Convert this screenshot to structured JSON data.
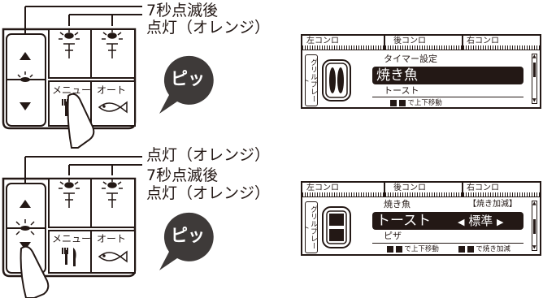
{
  "step1": {
    "caption_line1": "7秒点滅後",
    "caption_line2": "点灯（オレンジ）",
    "beep": "ピッ",
    "buttons": {
      "menu": "メニュー",
      "auto": "オート"
    },
    "display": {
      "burners": [
        "左コンロ",
        "後コンロ",
        "右コンロ"
      ],
      "side_tab": "グリルプレート",
      "item_above": "タイマー設定",
      "item_selected": "焼き魚",
      "item_below": "トースト",
      "hint_nav": "で上下移動"
    }
  },
  "step2": {
    "caption_line1": "点灯（オレンジ）",
    "caption_line2": "7秒点滅後",
    "caption_line3": "点灯（オレンジ）",
    "beep": "ピッ",
    "buttons": {
      "menu": "メニュー",
      "auto": "オート"
    },
    "display": {
      "burners": [
        "左コンロ",
        "後コンロ",
        "右コンロ"
      ],
      "side_tab": "グリルプレート",
      "item_above": "焼き魚",
      "item_selected": "トースト",
      "item_below": "ピザ",
      "heat_label": "【焼き加減】",
      "heat_value": "標準",
      "hint_nav": "で上下移動",
      "hint_heat": "で焼き加減"
    }
  },
  "colors": {
    "ink": "#231815",
    "bubble": "#3e3a39",
    "white": "#ffffff"
  }
}
